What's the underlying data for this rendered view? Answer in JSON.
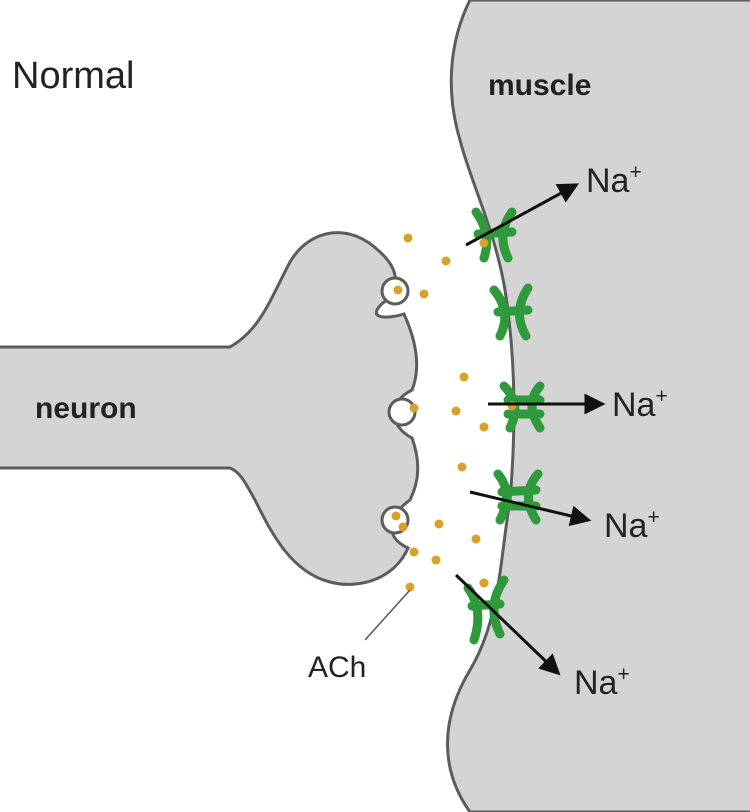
{
  "diagram": {
    "title": "Normal",
    "labels": {
      "muscle": "muscle",
      "neuron": "neuron",
      "ach": "ACh"
    },
    "ions": [
      {
        "base": "Na",
        "charge": "+"
      },
      {
        "base": "Na",
        "charge": "+"
      },
      {
        "base": "Na",
        "charge": "+"
      },
      {
        "base": "Na",
        "charge": "+"
      }
    ],
    "colors": {
      "cell_fill": "#d4d4d4",
      "cell_outline": "#5c5c5c",
      "receptor": "#2e9a3c",
      "ach_dot": "#d9a02a",
      "arrow": "#111111",
      "background": "#ffffff"
    }
  }
}
